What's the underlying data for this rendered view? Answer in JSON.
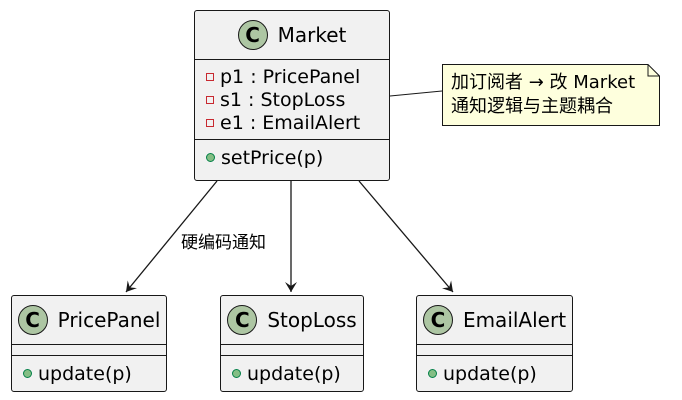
{
  "diagram": {
    "classes": {
      "market": {
        "badge": "C",
        "name": "Market",
        "fields": [
          "p1 : PricePanel",
          "s1 : StopLoss",
          "e1 : EmailAlert"
        ],
        "methods": [
          "setPrice(p)"
        ]
      },
      "price_panel": {
        "badge": "C",
        "name": "PricePanel",
        "methods": [
          "update(p)"
        ]
      },
      "stop_loss": {
        "badge": "C",
        "name": "StopLoss",
        "methods": [
          "update(p)"
        ]
      },
      "email_alert": {
        "badge": "C",
        "name": "EmailAlert",
        "methods": [
          "update(p)"
        ]
      }
    },
    "note": {
      "lines": [
        "加订阅者 → 改 Market",
        "通知逻辑与主题耦合"
      ]
    },
    "edge_label": "硬编码通知",
    "colors": {
      "class_fill": "#f1f1f1",
      "badge_fill": "#adc6a3",
      "note_fill": "#feffdd",
      "private_marker": "#c82930",
      "public_marker": "#84be84",
      "line": "#181818"
    }
  }
}
